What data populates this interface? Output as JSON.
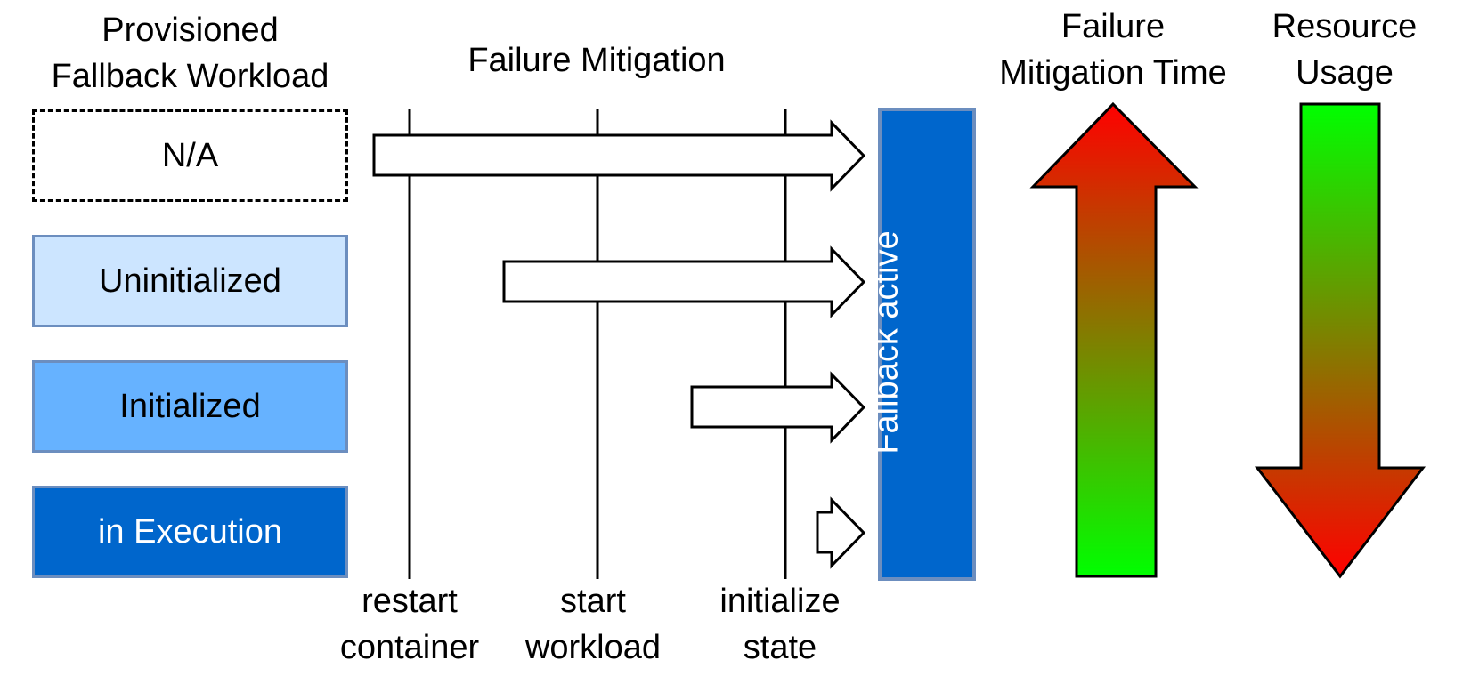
{
  "header": {
    "provisioned_line1": "Provisioned",
    "provisioned_line2": "Fallback Workload",
    "mitigation": "Failure Mitigation",
    "time_line1": "Failure",
    "time_line2": "Mitigation Time",
    "usage_line1": "Resource",
    "usage_line2": "Usage"
  },
  "states": [
    {
      "label": "N/A",
      "border": "#000000",
      "fill": "#ffffff",
      "text_color": "#000000",
      "dashed": true
    },
    {
      "label": "Uninitialized",
      "border": "#6c8ebf",
      "fill": "#cce5ff",
      "text_color": "#000000",
      "dashed": false
    },
    {
      "label": "Initialized",
      "border": "#6c8ebf",
      "fill": "#66b2ff",
      "text_color": "#000000",
      "dashed": false
    },
    {
      "label": "in Execution",
      "border": "#6c8ebf",
      "fill": "#0066cc",
      "text_color": "#ffffff",
      "dashed": false
    }
  ],
  "steps": [
    {
      "line1": "restart",
      "line2": "container"
    },
    {
      "line1": "start",
      "line2": "workload"
    },
    {
      "line1": "initialize",
      "line2": "state"
    }
  ],
  "active": {
    "label": "Fallback active",
    "fill": "#0066cc",
    "border": "#6c8ebf"
  },
  "gradient": {
    "red": "#ff0000",
    "green": "#00ff00"
  }
}
